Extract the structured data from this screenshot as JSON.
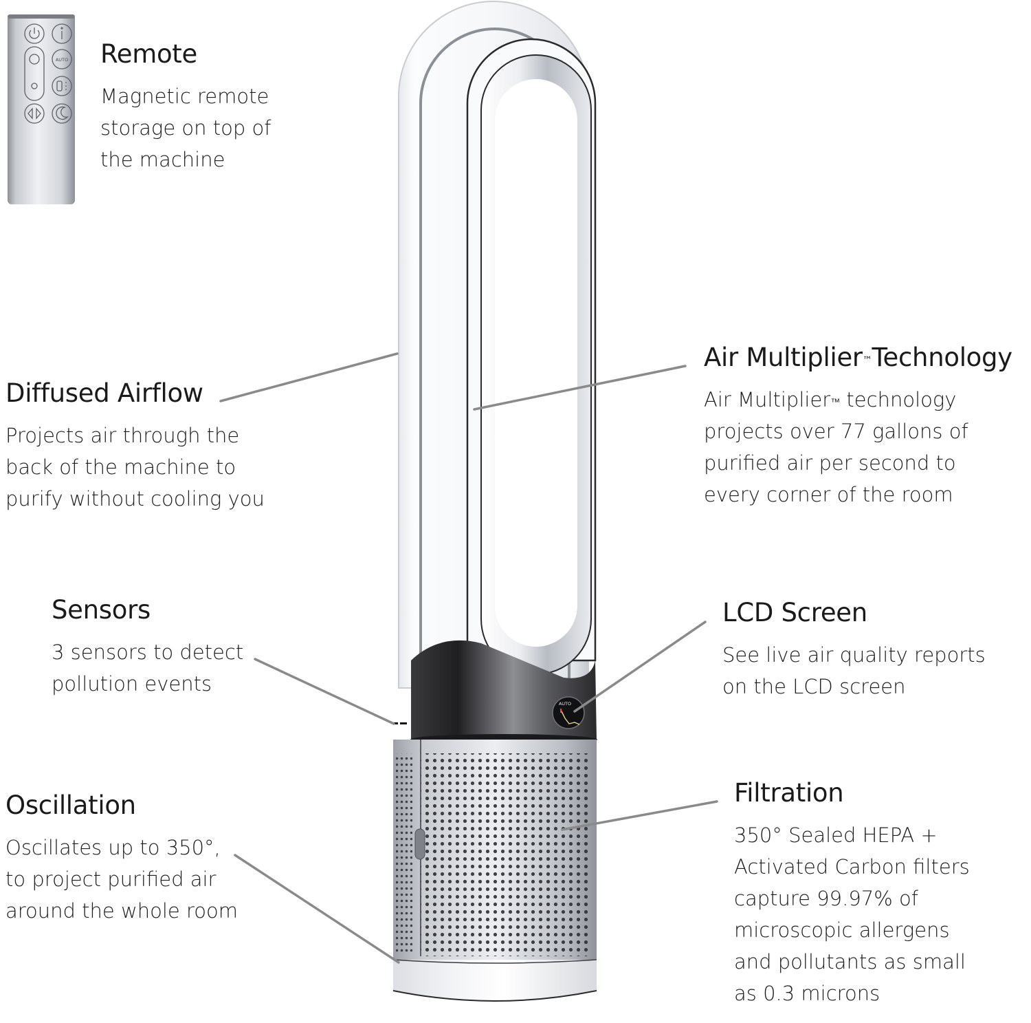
{
  "features": {
    "remote": {
      "title": "Remote",
      "lines": [
        "Magnetic remote",
        "storage on top of",
        "the machine"
      ]
    },
    "diffused_airflow": {
      "title": "Diffused Airflow",
      "lines": [
        "Projects air through the",
        "back of the machine to",
        "purify without cooling you"
      ]
    },
    "air_multiplier": {
      "title_pre": "Air Multiplier",
      "title_tm": "™",
      "title_post": "Technology",
      "line1_pre": "Air Multiplier",
      "line1_tm": "™",
      "line1_post": " technology",
      "lines": [
        "projects over 77 gallons of",
        "purified air per second to",
        "every corner of the room"
      ]
    },
    "sensors": {
      "title": "Sensors",
      "lines": [
        "3 sensors to detect",
        "pollution events"
      ]
    },
    "lcd_screen": {
      "title": "LCD Screen",
      "lines": [
        "See live air quality reports",
        "on the LCD screen"
      ]
    },
    "oscillation": {
      "title": "Oscillation",
      "lines": [
        "Oscillates up to 350°,",
        "to project purified air",
        "around the whole room"
      ]
    },
    "filtration": {
      "title": "Filtration",
      "lines": [
        "350° Sealed HEPA +",
        "Activated Carbon filters",
        "capture 99.97% of",
        "microscopic allergens",
        "and pollutants as small",
        "as 0.3 microns"
      ]
    }
  },
  "remote_buttons": {
    "power": "power-icon",
    "info": "info-icon",
    "speed": "speed-control",
    "auto": "AUTO",
    "airflow": "airflow-direction-icon",
    "oscillation": "oscillation-icon",
    "night": "night-mode-moon-icon"
  },
  "lcd": {
    "mode_label": "AUTO"
  },
  "colors": {
    "text": "#1e1e1e",
    "leader_line": "#8a8a8a",
    "body_silver": "#c9ccd1",
    "collar_dark": "#2b2b2d",
    "loop_white": "#f4f5f7"
  }
}
